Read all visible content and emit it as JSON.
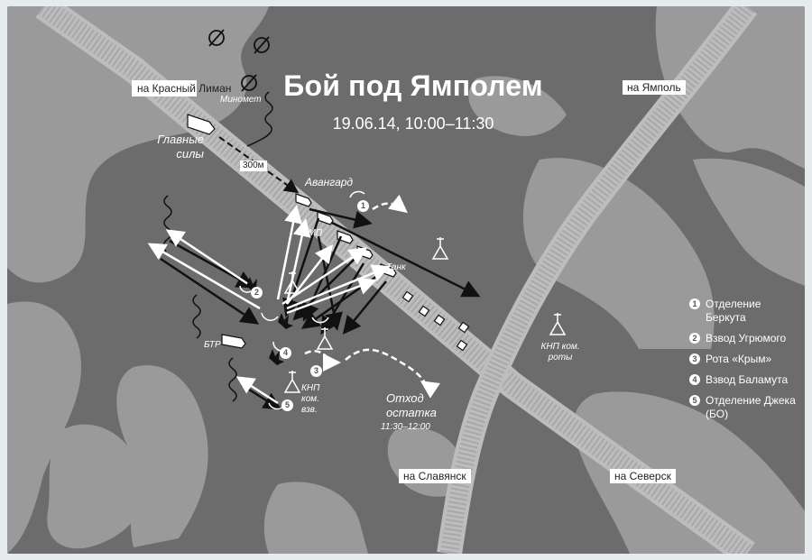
{
  "title": "Бой под Ямполем",
  "subtitle": "19.06.14, 10:00–11:30",
  "roads": {
    "krasny_liman": "на Красный Лиман",
    "yampol": "на Ямполь",
    "slavyansk": "на Славянск",
    "seversk": "на Северск"
  },
  "labels": {
    "mortar": "Миномет",
    "main_forces": "Главные силы",
    "distance": "300м",
    "vanguard": "Авангард",
    "bmp": "БМП",
    "tank": "Танк",
    "btr": "БТР",
    "knp_company": "КНП ком. роты",
    "knp_platoon": "КНП ком. взв.",
    "retreat": "Отход остатка",
    "retreat_time": "11:30–12:00"
  },
  "legend": [
    {
      "num": "1",
      "text": "Отделение Беркута"
    },
    {
      "num": "2",
      "text": "Взвод Угрюмого"
    },
    {
      "num": "3",
      "text": "Рота «Крым»"
    },
    {
      "num": "4",
      "text": "Взвод Баламута"
    },
    {
      "num": "5",
      "text": "Отделение Джека (БО)"
    }
  ],
  "map_badges": [
    "1",
    "2",
    "3",
    "4",
    "5"
  ],
  "colors": {
    "background": "#6c6c6c",
    "light_ground": "#9a9a9a",
    "road": "#b9b9b9",
    "frame": "#e6ecee"
  }
}
